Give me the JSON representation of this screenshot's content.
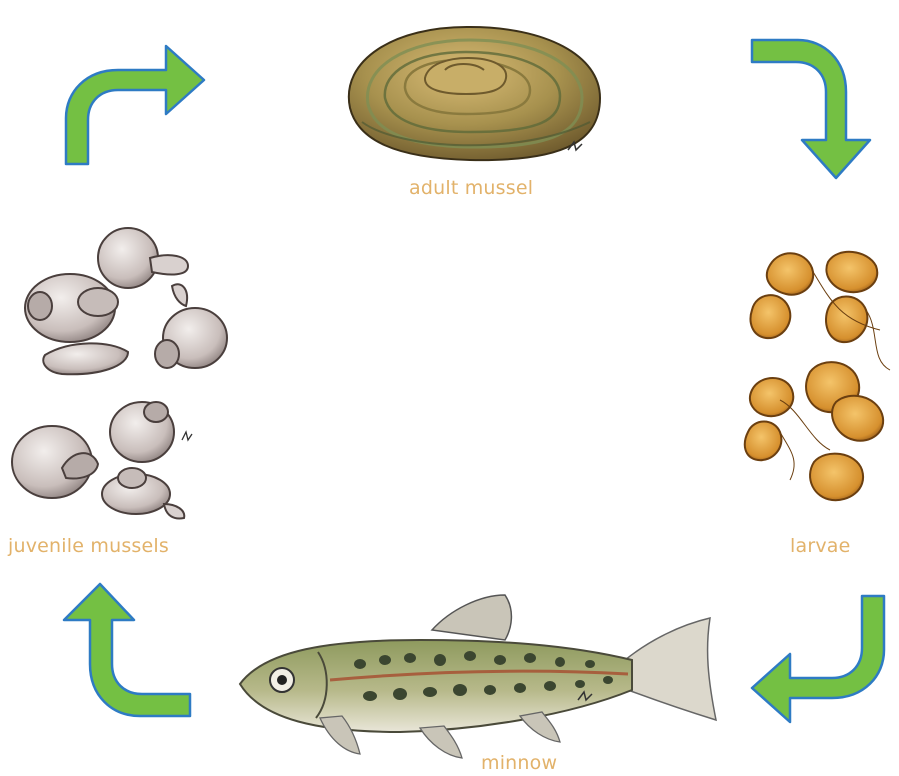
{
  "diagram": {
    "stages": [
      {
        "id": "adult",
        "label": "adult mussel"
      },
      {
        "id": "larvae",
        "label": "larvae"
      },
      {
        "id": "minnow",
        "label": "minnow"
      },
      {
        "id": "juvenile",
        "label": "juvenile mussels"
      }
    ]
  },
  "colors": {
    "label": "#E2B26A",
    "arrow_fill": "#74C043",
    "arrow_outline": "#2E7BC4",
    "mussel_shell": "#B99A55",
    "mussel_band": "#7E8F54",
    "larvae_fill": "#E3A542",
    "fish_body": "#A9B07A",
    "fish_spot": "#3B4630",
    "juvenile_shell": "#CFC6C3"
  },
  "icons": [
    "curved-arrow-icon"
  ]
}
